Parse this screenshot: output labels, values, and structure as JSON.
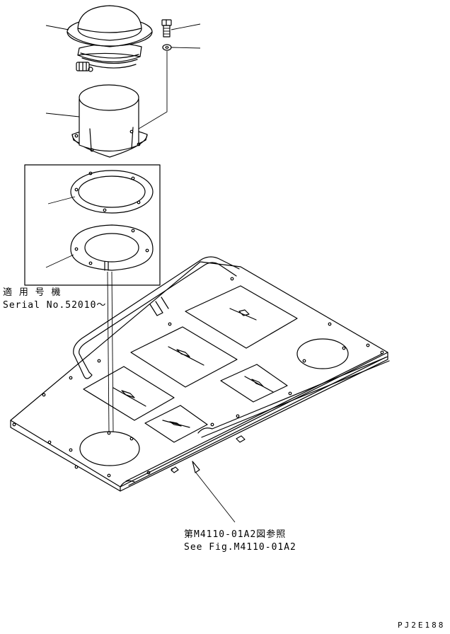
{
  "notes": {
    "applicable_jp": "適 用 号 機",
    "serial": "Serial No.52010～",
    "ref_jp": "第M4110-01A2図参照",
    "ref_en": "See Fig.M4110-01A2"
  },
  "drawing_code": "PJ2E188"
}
